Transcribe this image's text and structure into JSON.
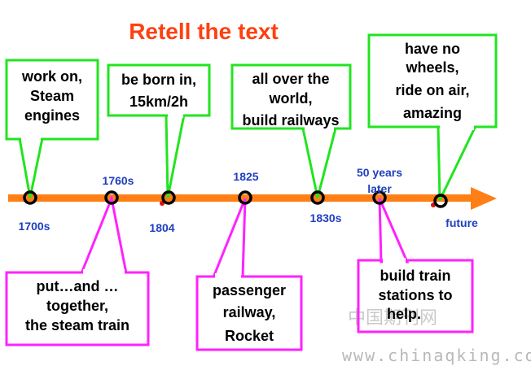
{
  "title": "Retell  the  text",
  "colors": {
    "title": "#ff4010",
    "timeline": "#ff7f17",
    "green_border": "#22e41f",
    "magenta_border": "#ff22ff",
    "year_text": "#1f3fbf",
    "marker": "#000000",
    "red_dot": "#e01010"
  },
  "years": {
    "y1700": "1700s",
    "y1760": "1760s",
    "y1804": "1804",
    "y1825": "1825",
    "y1830": "1830s",
    "y50_1": "50  years",
    "y50_2": "later",
    "future": "future"
  },
  "boxes": {
    "steam": [
      "work  on,",
      "Steam",
      "engines"
    ],
    "born": [
      "be  born  in,",
      "15km/2h"
    ],
    "world": [
      "all  over  the",
      "world,",
      "build  railways"
    ],
    "wheels": [
      "have  no",
      "wheels,",
      "ride  on  air,",
      "amazing"
    ],
    "put": [
      "put…and …",
      "together,",
      "the   steam  train"
    ],
    "passenger": [
      "passenger",
      "railway,",
      "Rocket"
    ],
    "stations": [
      "build  train",
      "stations  to",
      "help."
    ]
  },
  "watermark": {
    "cn": "中国期刊网",
    "url": "www.chinaqking.com"
  }
}
